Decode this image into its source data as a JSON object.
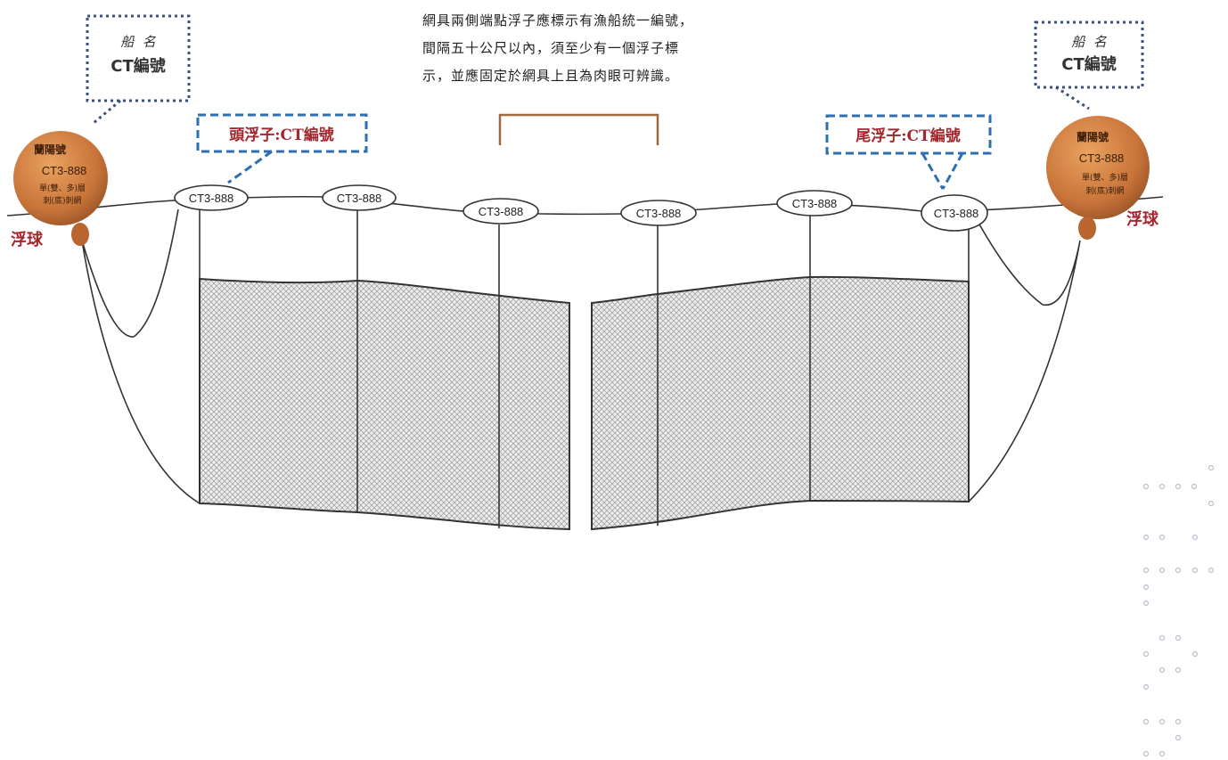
{
  "note": {
    "lines": [
      "網具兩側端點浮子應標示有漁船統一編號，",
      "間隔五十公尺以內，須至少有一個浮子標",
      "示，並應固定於網具上且為肉眼可辨識。"
    ]
  },
  "buoy_left": {
    "tag_line1": "船  名",
    "tag_line2": "CT編號",
    "body_name": "蘭陽號",
    "body_code": "CT3-888",
    "body_small1": "單(雙、多)層",
    "body_small2": "刺(底)刺網",
    "label": "浮球"
  },
  "buoy_right": {
    "tag_line1": "船  名",
    "tag_line2": "CT編號",
    "body_name": "蘭陽號",
    "body_code": "CT3-888",
    "body_small1": "單(雙、多)層",
    "body_small2": "刺(底)刺網",
    "label": "浮球"
  },
  "head_float_label": "頭浮子:CT編號",
  "tail_float_label": "尾浮子:CT編號",
  "float_code": "CT3-888",
  "colors": {
    "dotted_box": "#3a4f86",
    "dashed_box": "#2f6fb0",
    "label_red": "#a3282e",
    "buoy": "#c97a3a",
    "bracket": "#a0683f"
  }
}
